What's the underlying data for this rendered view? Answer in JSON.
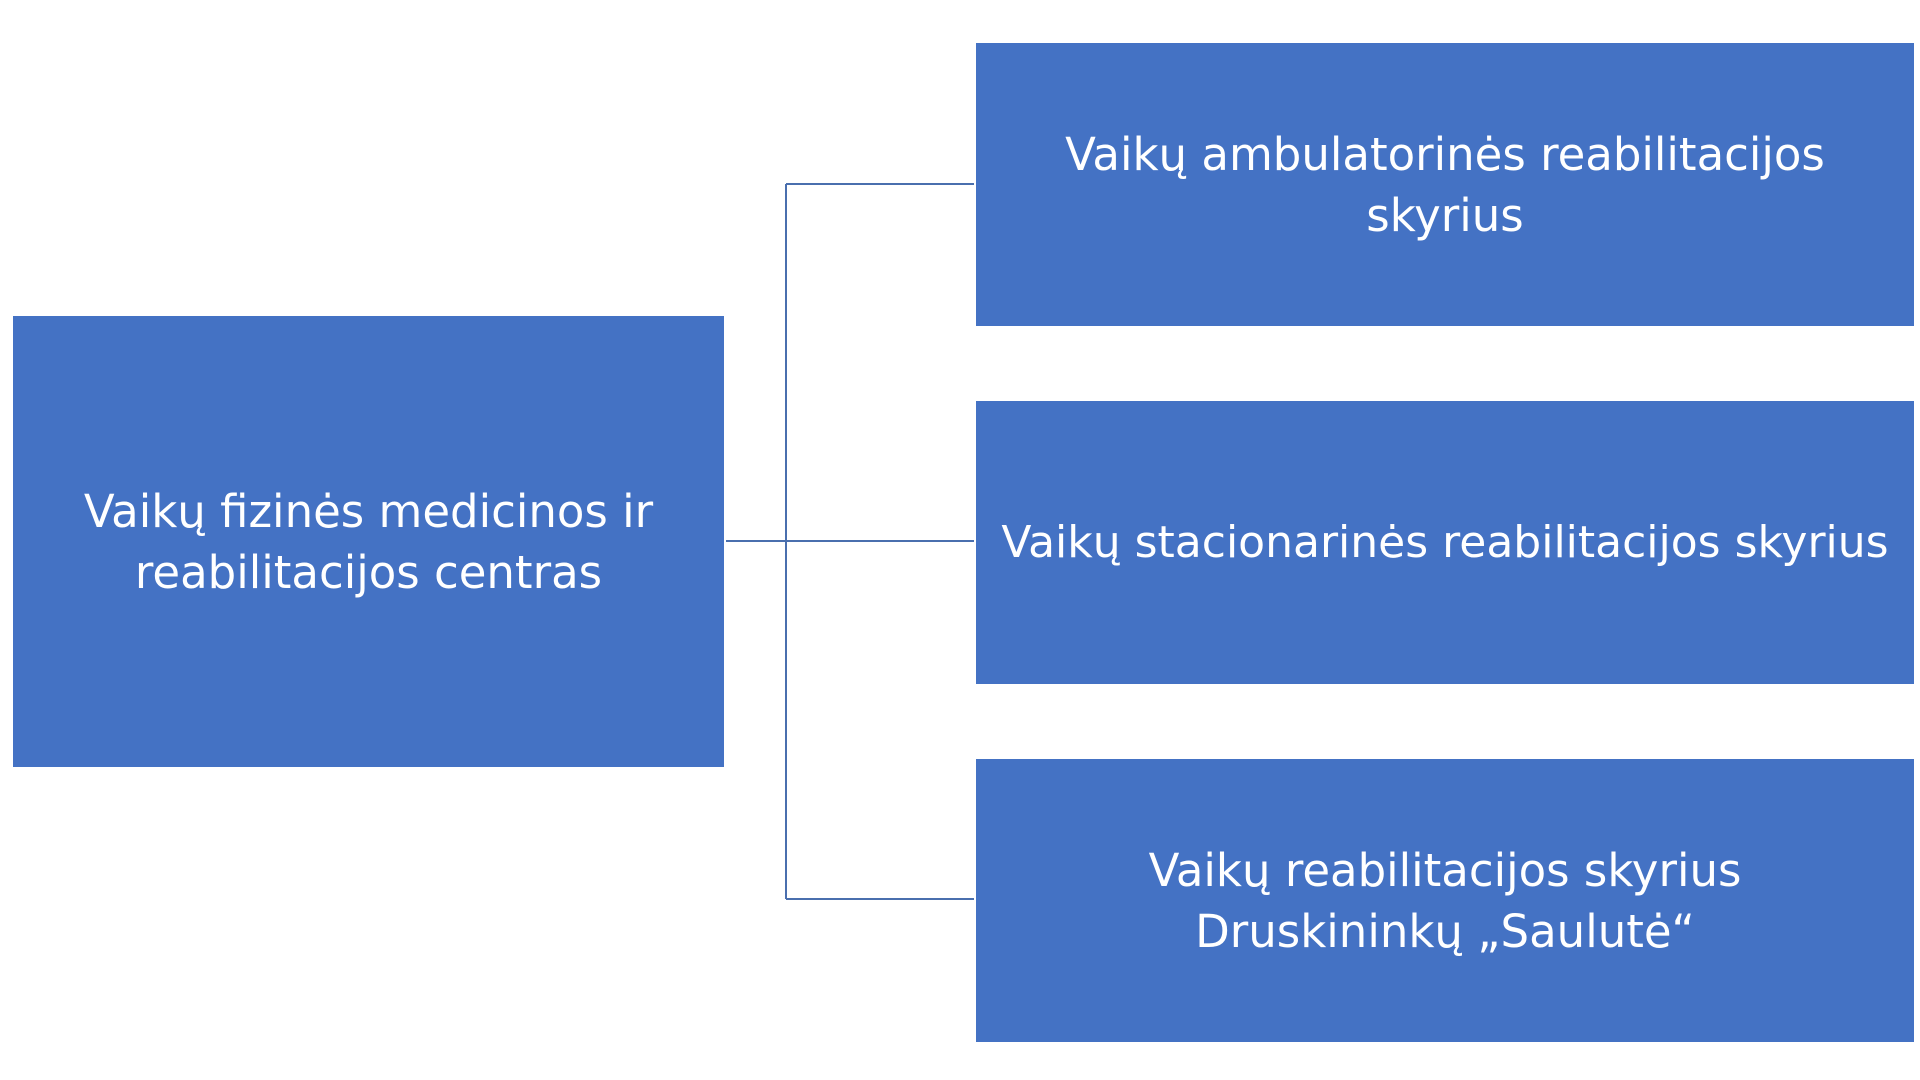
{
  "diagram": {
    "colors": {
      "box_fill": "#4472c4",
      "box_text": "#ffffff",
      "connector": "#4472c4",
      "background": "#ffffff"
    },
    "root": {
      "label": "Vaikų fizinės medicinos ir reabilitacijos centras"
    },
    "children": [
      {
        "label": "Vaikų ambulatorinės reabilitacijos skyrius"
      },
      {
        "label": "Vaikų stacionarinės reabilitacijos skyrius"
      },
      {
        "label": "Vaikų reabilitacijos skyrius Druskininkų „Saulutė“"
      }
    ]
  }
}
